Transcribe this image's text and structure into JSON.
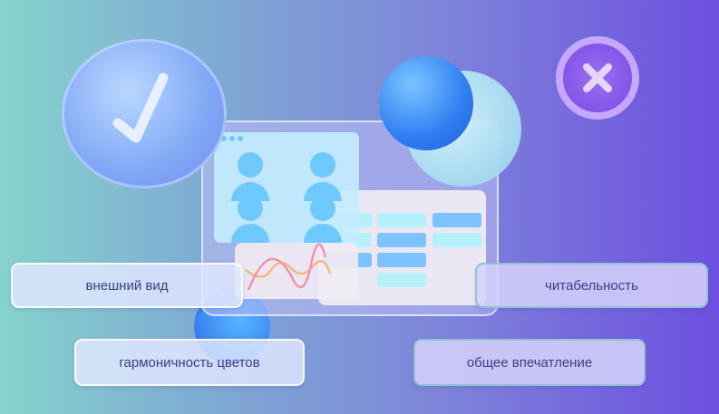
{
  "labels": {
    "appearance": "внешний вид",
    "readability": "читабельность",
    "color_harmony": "гармоничность цветов",
    "overall_impression": "общее впечатление"
  },
  "colors": {
    "accent_purple": "#6e4fe0",
    "accent_teal": "#86d3cc",
    "text": "#3a3f85"
  },
  "icons": [
    "check-icon",
    "close-icon"
  ]
}
